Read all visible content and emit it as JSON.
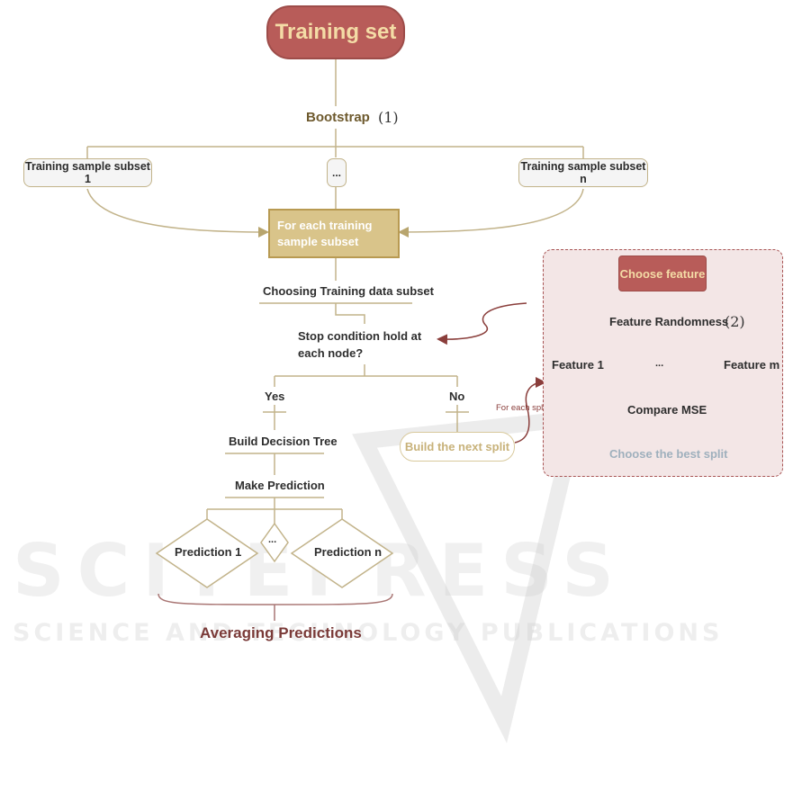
{
  "watermark": {
    "main": "SCITEPRESS",
    "sub": "SCIENCE AND TECHNOLOGY PUBLICATIONS"
  },
  "colors": {
    "line": "#c2b38a",
    "maroon": "#b85c59",
    "maroon_text": "#7a3a38",
    "gold_fill": "#d9c48a",
    "gold_border": "#b89a52",
    "panel_fill": "#f3e6e6",
    "panel_border": "#a85454",
    "gray_blue": "#9aa8b4"
  },
  "nodes": {
    "training_set": "Training set",
    "bootstrap": "Bootstrap",
    "bootstrap_num": "(1)",
    "subset_1": "Training sample subset 1",
    "subset_dots": "...",
    "subset_n": "Training sample subset n",
    "for_each": "For each training sample subset",
    "choosing": "Choosing Training data subset",
    "stop_condition": "Stop condition hold at each node?",
    "yes": "Yes",
    "no": "No",
    "build_tree": "Build Decision Tree",
    "next_split": "Build the next split",
    "for_each_split": "For each split",
    "make_prediction": "Make Prediction",
    "prediction_1": "Prediction 1",
    "prediction_dots": "...",
    "prediction_n": "Prediction n",
    "averaging": "Averaging Predictions"
  },
  "panel": {
    "choose_feature": "Choose feature",
    "feature_randomness": "Feature Randomness",
    "randomness_num": "(2)",
    "feature_1": "Feature 1",
    "feature_dots": "...",
    "feature_m": "Feature m",
    "compare_mse": "Compare MSE",
    "best_split": "Choose the best split"
  }
}
